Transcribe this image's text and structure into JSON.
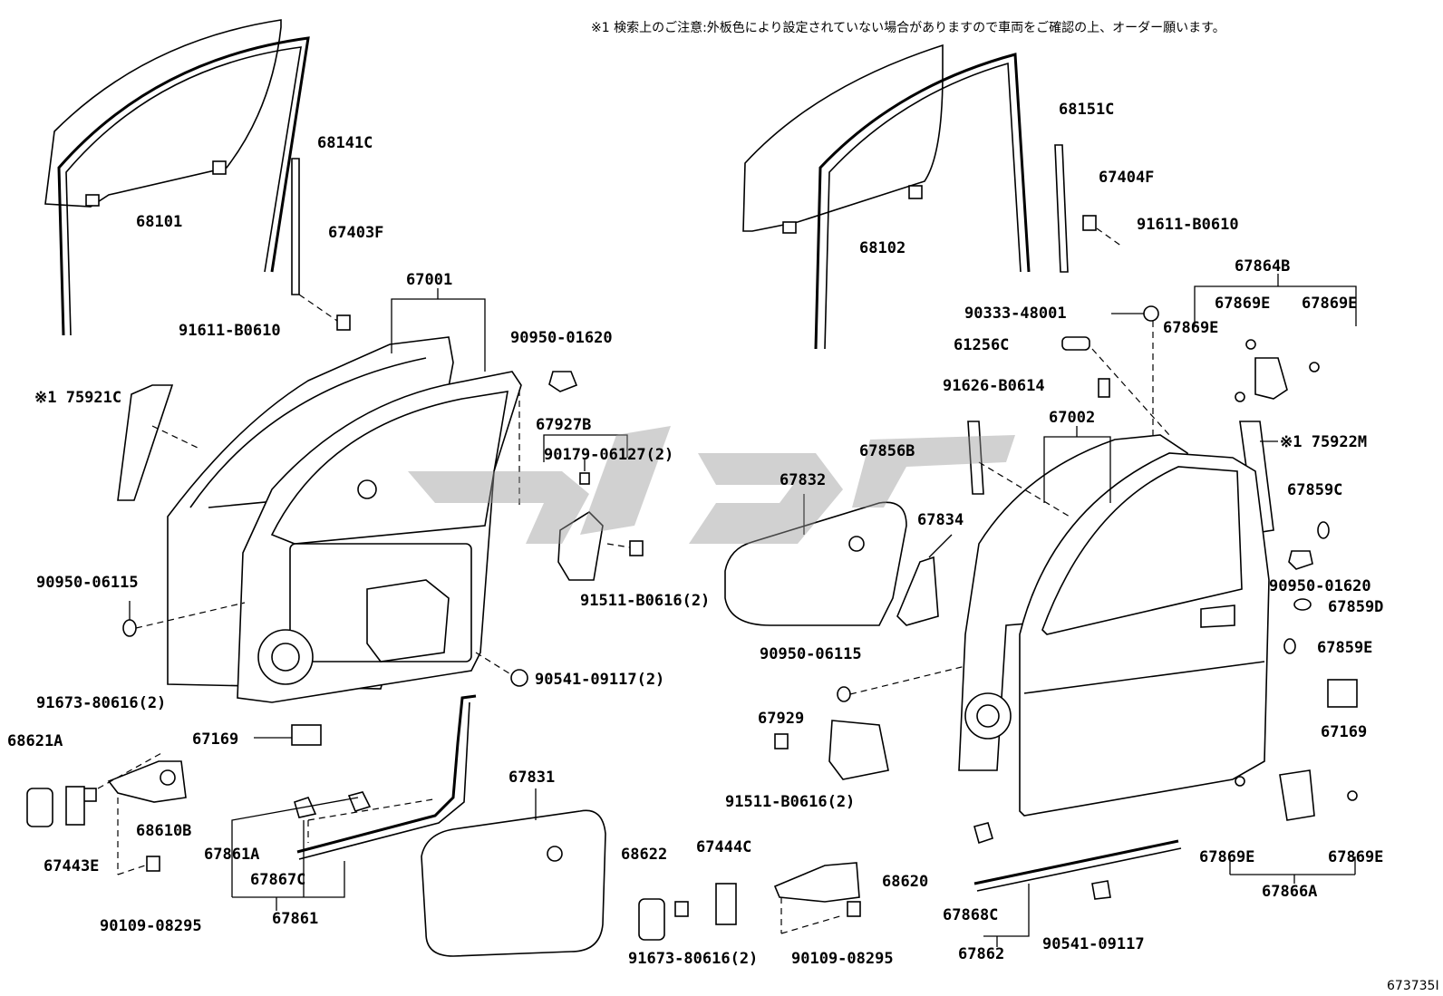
{
  "header_note": "※1 検索上のご注意:外板色により設定されていない場合がありますので車両をご確認の上、オーダー願います。",
  "reference_id": "673735I",
  "labels": {
    "p68101": "68101",
    "p68141C": "68141C",
    "p67403F": "67403F",
    "p91611_left": "91611-B0610",
    "p67001": "67001",
    "p90950_01620_left": "90950-01620",
    "p75921C": "※1 75921C",
    "p67927B": "67927B",
    "p90179": "90179-06127(2)",
    "p90950_06115_left": "90950-06115",
    "p91511_left": "91511-B0616(2)",
    "p90541_left": "90541-09117(2)",
    "p91673_left": "91673-80616(2)",
    "p67169_left": "67169",
    "p68621A": "68621A",
    "p67443E": "67443E",
    "p68610B": "68610B",
    "p67861A": "67861A",
    "p67867C": "67867C",
    "p67861": "67861",
    "p90109_left": "90109-08295",
    "p67831": "67831",
    "p68151C": "68151C",
    "p67404F": "67404F",
    "p91611_right": "91611-B0610",
    "p68102": "68102",
    "p67864B": "67864B",
    "p90333": "90333-48001",
    "p67869E_1": "67869E",
    "p67869E_2": "67869E",
    "p67869E_3": "67869E",
    "p61256C": "61256C",
    "p91626": "91626-B0614",
    "p67002": "67002",
    "p67856B": "67856B",
    "p75922M": "※1 75922M",
    "p67832": "67832",
    "p67834": "67834",
    "p67859C": "67859C",
    "p90950_01620_right": "90950-01620",
    "p67859D": "67859D",
    "p90950_06115_right": "90950-06115",
    "p67859E": "67859E",
    "p67929": "67929",
    "p67169_right": "67169",
    "p91511_right": "91511-B0616(2)",
    "p68622": "68622",
    "p67444C": "67444C",
    "p68620": "68620",
    "p67869E_4": "67869E",
    "p67869E_5": "67869E",
    "p67866A": "67866A",
    "p67868C": "67868C",
    "p91673_right": "91673-80616(2)",
    "p90109_right": "90109-08295",
    "p67862": "67862",
    "p90541_right": "90541-09117"
  }
}
